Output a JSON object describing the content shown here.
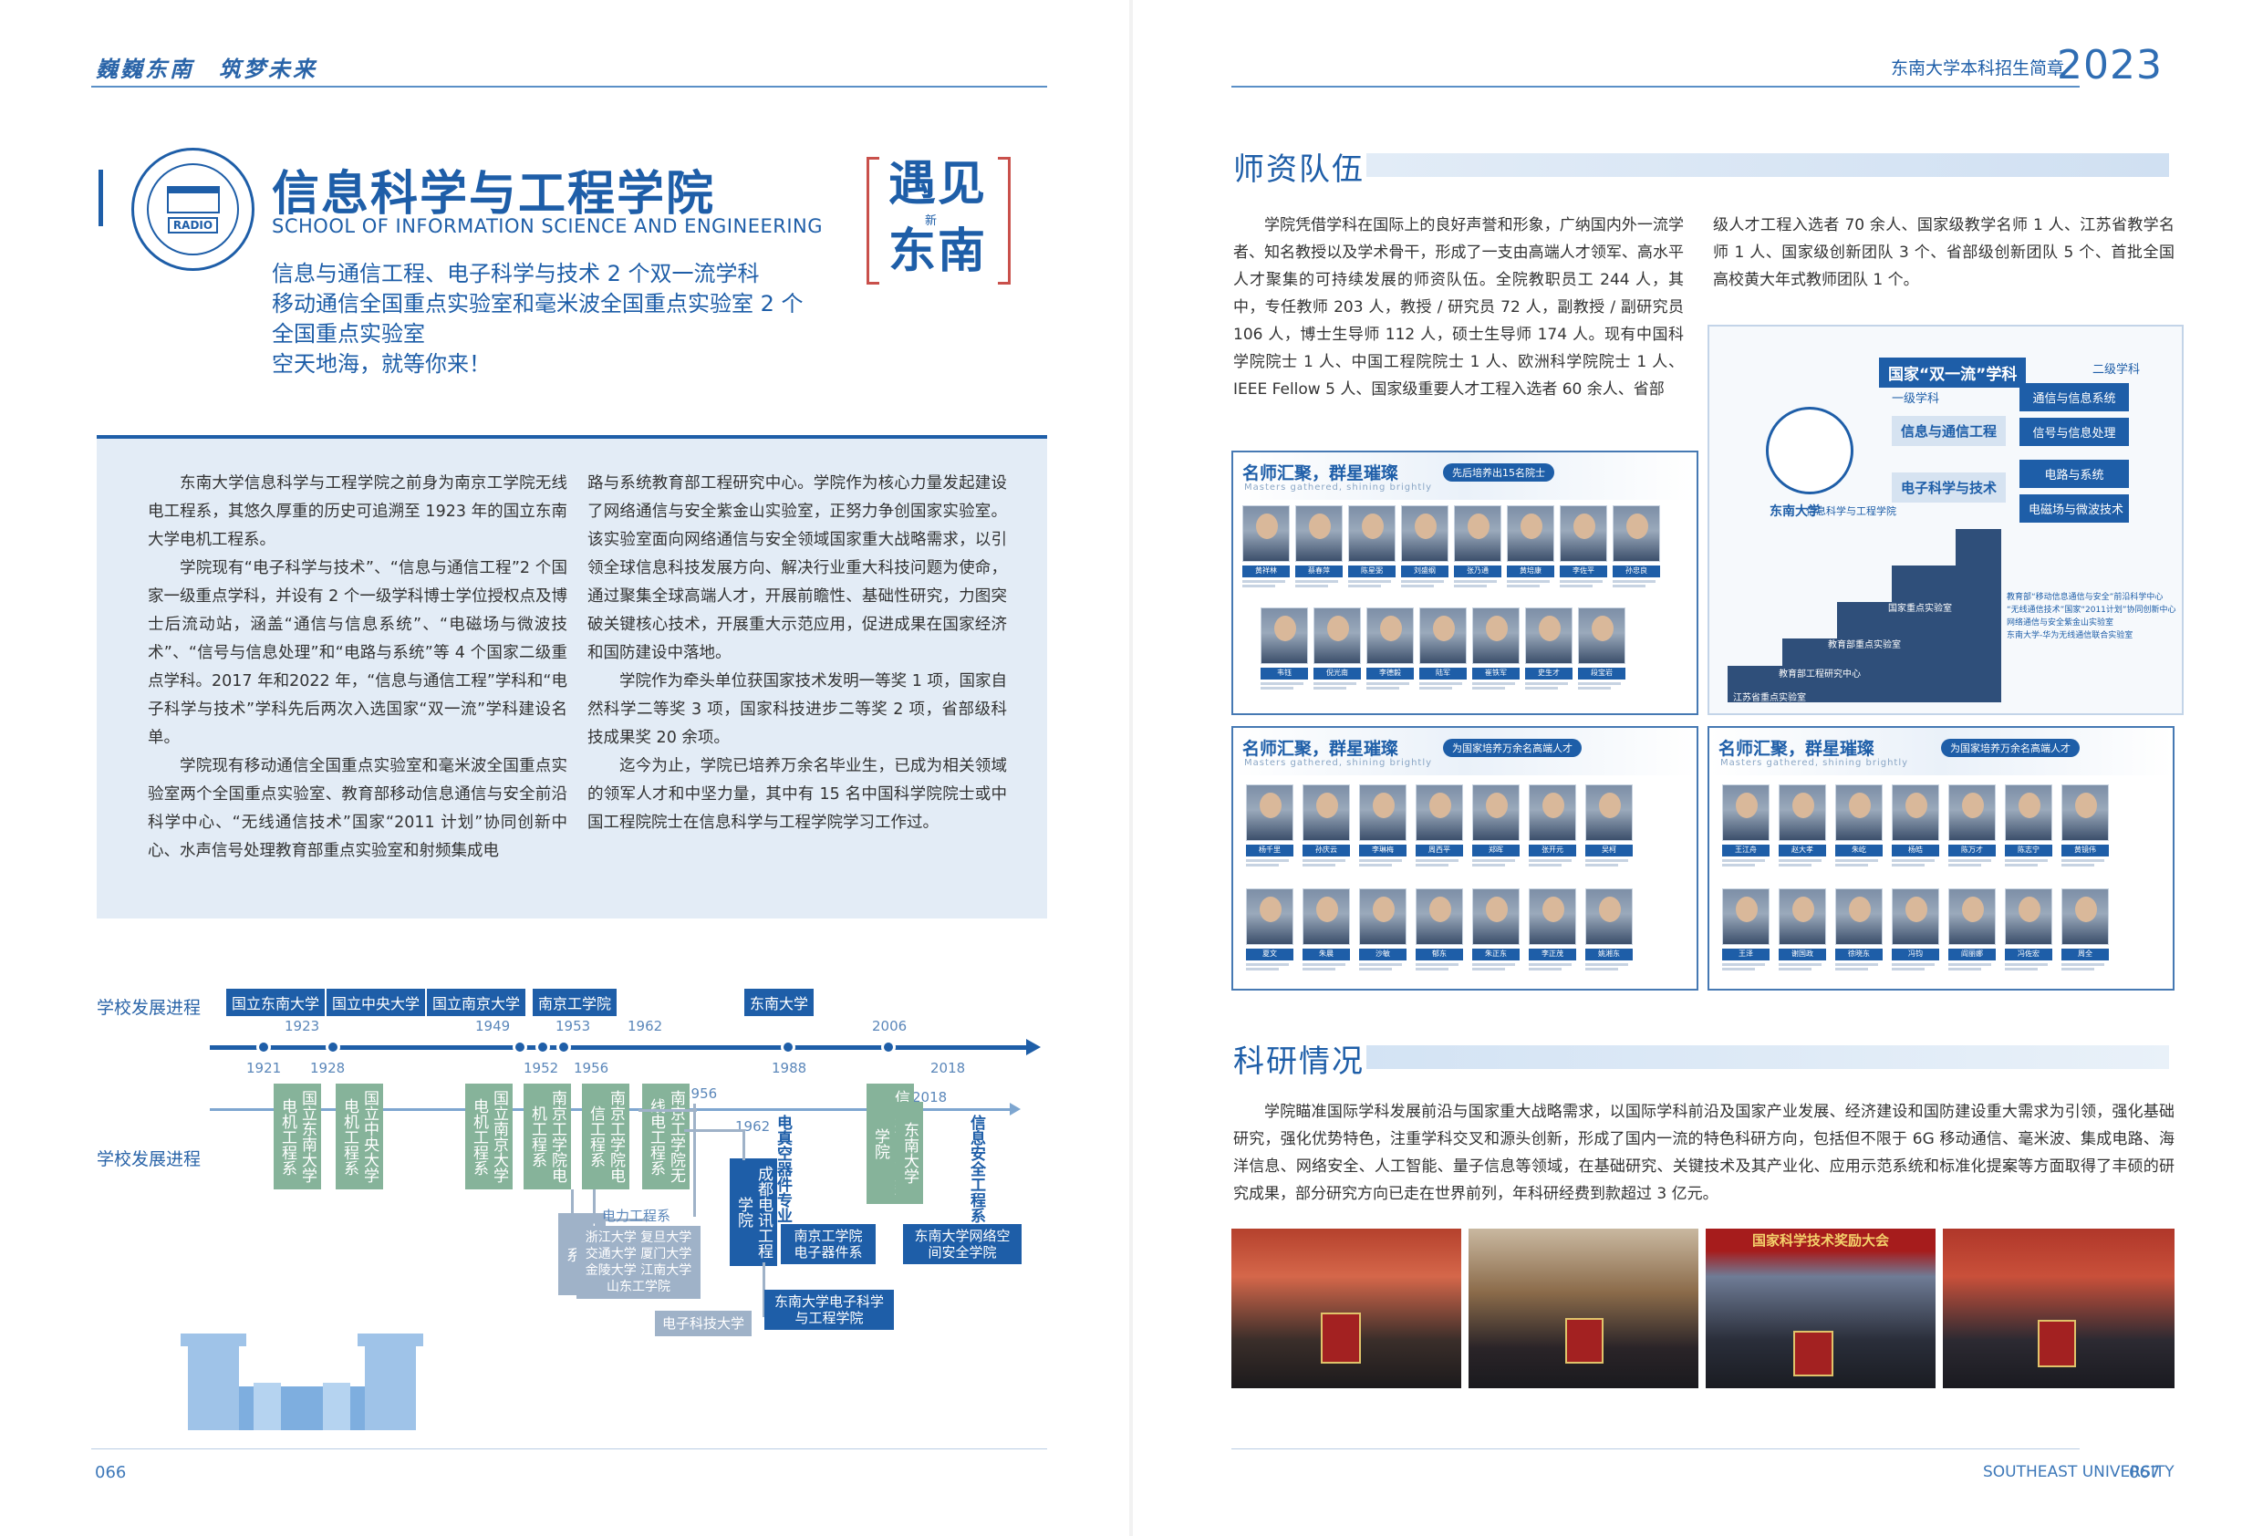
{
  "header": {
    "slogan": "巍巍东南　筑梦未来",
    "brochure": "东南大学本科招生简章",
    "year": "2023"
  },
  "footer": {
    "left_page": "066",
    "right_page": "067",
    "univ_en": "SOUTHEAST UNIVERSITY"
  },
  "school": {
    "logo_text": "RADIO",
    "title_cn": "信息科学与工程学院",
    "title_en": "SCHOOL OF INFORMATION SCIENCE AND ENGINEERING",
    "features": [
      "信息与通信工程、电子科学与技术 2 个双一流学科",
      "移动通信全国重点实验室和毫米波全国重点实验室 2 个",
      "全国重点实验室",
      "空天地海，就等你来！"
    ],
    "stamp_line1": "遇见",
    "stamp_small": "新",
    "stamp_line2": "东南"
  },
  "intro": {
    "col1": [
      "东南大学信息科学与工程学院之前身为南京工学院无线电工程系，其悠久厚重的历史可追溯至 1923 年的国立东南大学电机工程系。",
      "学院现有“电子科学与技术”、“信息与通信工程”2 个国家一级重点学科，并设有 2 个一级学科博士学位授权点及博士后流动站，涵盖“通信与信息系统”、“电磁场与微波技术”、“信号与信息处理”和“电路与系统”等 4 个国家二级重点学科。2017 年和2022 年，“信息与通信工程”学科和“电子科学与技术”学科先后两次入选国家“双一流”学科建设名单。",
      "学院现有移动通信全国重点实验室和毫米波全国重点实验室两个全国重点实验室、教育部移动信息通信与安全前沿科学中心、“无线通信技术”国家“2011 计划”协同创新中心、水声信号处理教育部重点实验室和射频集成电"
    ],
    "col2_first": "路与系统教育部工程研究中心。学院作为核心力量发起建设了网络通信与安全紫金山实验室，正努力争创国家实验室。该实验室面向网络通信与安全领域国家重大战略需求，以引领全球信息科技发展方向、解决行业重大科技问题为使命，通过聚集全球高端人才，开展前瞻性、基础性研究，力图突破关键核心技术，开展重大示范应用，促进成果在国家经济和国防建设中落地。",
    "col2": [
      "学院作为牵头单位获国家技术发明一等奖 1 项，国家自然科学二等奖 3 项，国家科技进步二等奖 2 项，省部级科技成果奖 20 余项。",
      "迄今为止，学院已培养万余名毕业生，已成为相关领域的领军人才和中坚力量，其中有 15 名中国科学院院士或中国工程院院士在信息科学与工程学院学习工作过。"
    ]
  },
  "timeline": {
    "label1": "学校发展进程",
    "label2": "学校发展进程",
    "uni_tags": [
      "国立东南大学",
      "国立中央大学",
      "国立南京大学",
      "南京工学院",
      "东南大学"
    ],
    "years_top": [
      "1923",
      "1949",
      "1953",
      "1962",
      "2006"
    ],
    "years_bottom": [
      "1921",
      "1928",
      "1952",
      "1956",
      "1988",
      "2018"
    ],
    "years_mid": [
      "1956",
      "2018",
      "1962"
    ],
    "v_boxes": [
      "国立东南大学电机工程系",
      "国立中央大学电机工程系",
      "国立南京大学电机工程系",
      "南京工学院电机工程系",
      "南京工学院电信工程系",
      "南京工学院无线电工程系",
      "信息科学与工程学院",
      "东南大学"
    ],
    "v_labels": [
      "电真空器件专业",
      "信息安全工程系"
    ],
    "v_power": "电力工程系",
    "v_chengdu": "成都电讯工程学院",
    "h_power": "电力工程系",
    "merge_box": "浙江大学 复旦大学\n交通大学 厦门大学\n金陵大学 江南大学\n山东工学院",
    "h_elec": "电子科技大学",
    "h_nj_dept": "南京工学院电子器件系",
    "h_seu_ee": "东南大学电子科学与工程学院",
    "h_seu_net": "东南大学网络空间安全学院"
  },
  "faculty": {
    "heading": "师资队伍",
    "para_left": "学院凭借学科在国际上的良好声誉和形象，广纳国内外一流学者、知名教授以及学术骨干，形成了一支由高端人才领军、高水平人才聚集的可持续发展的师资队伍。全院教职员工 244 人，其中，专任教师 203 人，教授 / 研究员 72 人，副教授 / 副研究员 106 人，博士生导师 112 人，硕士生导师 174 人。现有中国科学院院士 1 人、中国工程院院士 1 人、欧洲科学院院士 1 人、IEEE Fellow 5 人、国家级重要人才工程入选者 60 余人、省部",
    "para_right": "级人才工程入选者 70 余人、国家级教学名师 1 人、江苏省教学名师 1 人、国家级创新团队 3 个、省部级创新团队 5 个、首批全国高校黄大年式教师团队 1 个。",
    "panel_title": "名师汇聚，群星璀璨",
    "panel_sub": "Masters gathered, shining brightly",
    "badge1": "先后培养出15名院士",
    "badge2": "为国家培养万余名高端人才",
    "badge3": "为国家培养万余名高端人才",
    "row1_names": [
      "黄祥林",
      "蔡春萍",
      "陈星弼",
      "刘盛纲",
      "张乃通",
      "黄培康",
      "李佐平",
      "孙忠良"
    ],
    "row2_names": [
      "韦钰",
      "倪光南",
      "李德毅",
      "陆军",
      "崔铁军",
      "史生才",
      "段宝岩"
    ],
    "row3_names": [
      "杨千里",
      "孙庆云",
      "李琳梅",
      "周西平",
      "郑晖",
      "张开元",
      "吴柯"
    ],
    "row4_names": [
      "夏文",
      "朱晨",
      "沙敏",
      "郁东",
      "朱正东",
      "李正茂",
      "姚湘东"
    ],
    "row5_names": [
      "王江舟",
      "赵大孝",
      "朱屹",
      "杨皓",
      "陈万才",
      "陈志宁",
      "黄镜伟"
    ],
    "row6_names": [
      "王泽",
      "谢国政",
      "徐晓东",
      "冯钧",
      "阎丽娜",
      "冯佐宏",
      "周全"
    ]
  },
  "diagram": {
    "title": "国家“双一流”学科",
    "level1": "一级学科",
    "level2": "二级学科",
    "main1": "信息与通信工程",
    "main2": "电子科学与技术",
    "subs": [
      "通信与信息系统",
      "信号与信息处理",
      "电路与系统",
      "电磁场与微波技术"
    ],
    "uni_name": "东南大学",
    "school_name": "信息科学与工程学院",
    "steps": [
      "国家重点实验室",
      "教育部重点实验室",
      "教育部工程研究中心",
      "江苏省重点实验室"
    ],
    "notes": [
      "教育部“移动信息通信与安全”前沿科学中心",
      "“无线通信技术”国家“2011计划”协同创新中心",
      "网络通信与安全紫金山实验室",
      "东南大学-华为无线通信联合实验室"
    ]
  },
  "research": {
    "heading": "科研情况",
    "para": "学院瞄准国际学科发展前沿与国家重大战略需求，以国际学科前沿及国家产业发展、经济建设和国防建设重大需求为引领，强化基础研究，强化优势特色，注重学科交叉和源头创新，形成了国内一流的特色科研方向，包括但不限于 6G 移动通信、毫米波、集成电路、海洋信息、网络安全、人工智能、量子信息等领域，在基础研究、关键技术及其产业化、应用示范系统和标准化提案等方面取得了丰硕的研究成果，部分研究方向已走在世界前列，年科研经费到款超过 3 亿元。",
    "photo3_banner": "国家科学技术奖励大会"
  }
}
